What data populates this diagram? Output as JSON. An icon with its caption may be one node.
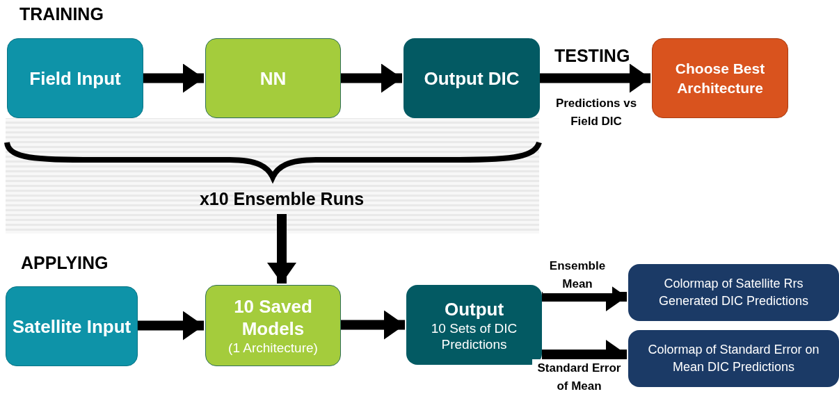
{
  "diagram": {
    "nodes": [
      {
        "text": [
          "Field Input"
        ]
      },
      {
        "text": [
          "NN"
        ]
      },
      {
        "text": [
          "Output DIC"
        ]
      },
      {
        "text": [
          "Choose Best Architecture"
        ]
      },
      {
        "text": [
          "x10 Ensemble Runs"
        ]
      },
      {
        "text": [
          "Satellite Input"
        ]
      },
      {
        "text": [
          "10 Saved Models",
          "(1 Architecture)"
        ]
      },
      {
        "text": [
          "Output",
          "10 Sets of DIC Predictions"
        ]
      },
      {
        "text": [
          "Colormap of Satellite Rrs Generated DIC Predictions"
        ]
      },
      {
        "text": [
          "Colormap of Standard Error on Mean DIC Predictions"
        ]
      }
    ],
    "edges": [
      {
        "from": 0,
        "to": 1,
        "arrow": "to"
      },
      {
        "from": 1,
        "to": 2,
        "arrow": "to"
      },
      {
        "from": 2,
        "to": 3,
        "arrow": "to",
        "label": "Predictions vs Field DIC"
      },
      {
        "from": 4,
        "to": 6,
        "arrow": "to"
      },
      {
        "from": 5,
        "to": 6,
        "arrow": "to"
      },
      {
        "from": 6,
        "to": 7,
        "arrow": "to"
      },
      {
        "from": 7,
        "to": 8,
        "arrow": "to",
        "label": "Ensemble Mean"
      },
      {
        "from": 7,
        "to": 9,
        "arrow": "to",
        "label": "Standard Error of Mean"
      }
    ],
    "labels": [
      "TRAINING",
      "TESTING",
      "APPLYING"
    ]
  }
}
